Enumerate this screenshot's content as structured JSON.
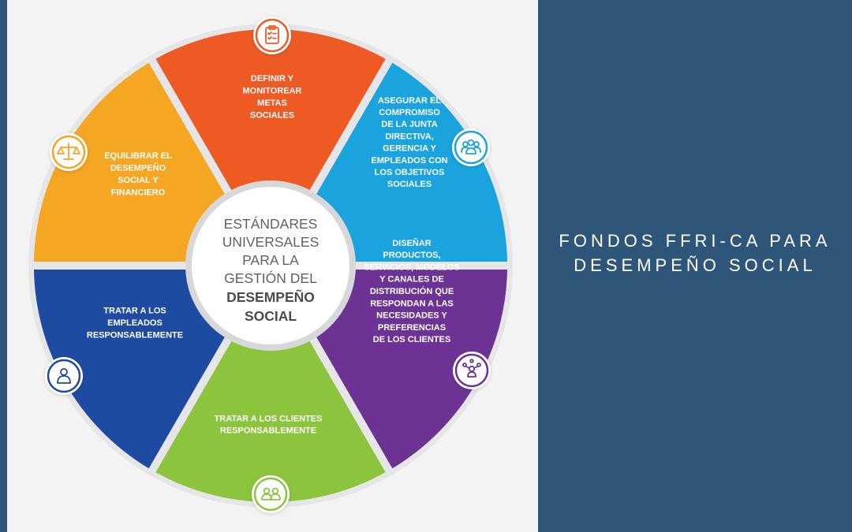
{
  "hub": {
    "lines": [
      "ESTÁNDARES",
      "UNIVERSALES",
      "PARA LA",
      "GESTIÓN DEL"
    ],
    "bold_lines": [
      "DESEMPEÑO",
      "SOCIAL"
    ],
    "color": "#5f6266"
  },
  "segments": [
    {
      "id": "definir",
      "color": "#ee5a24",
      "icon": "clipboard-checklist-icon",
      "lines": [
        "DEFINIR Y",
        "MONITOREAR",
        "METAS",
        "SOCIALES"
      ]
    },
    {
      "id": "asegurar",
      "color": "#1aa3dd",
      "icon": "people-group-icon",
      "lines": [
        "ASEGURAR EL",
        "COMPROMISO",
        "DE LA JUNTA",
        "DIRECTIVA,",
        "GERENCIA Y",
        "EMPLEADOS CON",
        "LOS OBJETIVOS",
        "SOCIALES"
      ]
    },
    {
      "id": "disenar",
      "color": "#6c3394",
      "icon": "customer-network-icon",
      "lines": [
        "DISEÑAR",
        "PRODUCTOS,",
        "SERVICIOS, MODELOS",
        "Y CANALES DE",
        "DISTRIBUCIÓN QUE",
        "RESPONDAN A LAS",
        "NECESIDADES Y",
        "PREFERENCIAS",
        "DE LOS CLIENTES"
      ]
    },
    {
      "id": "clientes",
      "color": "#8cc43e",
      "icon": "clients-pair-icon",
      "lines": [
        "TRATAR A LOS CLIENTES",
        "RESPONSABLEMENTE"
      ]
    },
    {
      "id": "empleados",
      "color": "#1e4aa2",
      "icon": "employee-person-icon",
      "lines": [
        "TRATAR A LOS",
        "EMPLEADOS",
        "RESPONSABLEMENTE"
      ]
    },
    {
      "id": "equilibrar",
      "color": "#f5a623",
      "icon": "balance-scale-icon",
      "lines": [
        "EQUILIBRAR EL",
        "DESEMPEÑO",
        "SOCIAL Y",
        "FINANCIERO"
      ]
    }
  ],
  "title": {
    "line1": "FONDOS FFRI-CA PARA",
    "line2": "DESEMPEÑO SOCIAL",
    "color": "#ffffff"
  },
  "colors": {
    "background": "#2d5679",
    "panel": "#f3f3f4",
    "ring": "#e6e6e8"
  }
}
